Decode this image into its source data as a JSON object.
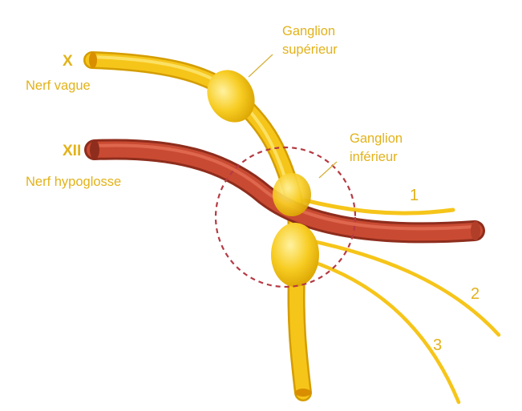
{
  "colors": {
    "vagus": "#f6c51a",
    "vagus_light": "#fde776",
    "vagus_dark": "#d49d00",
    "hypoglossal": "#c94a32",
    "hypoglossal_light": "#e47257",
    "hypoglossal_dark": "#8e2d1d",
    "label_vagus": "#e2b21a",
    "label_hypoglossal": "#d0533a",
    "circle": "#b53a43"
  },
  "labels": {
    "x_roman": "X",
    "x_name": "Nerf vague",
    "xii_roman": "XII",
    "xii_name": "Nerf hypoglosse",
    "sup_line1": "Ganglion",
    "sup_line2": "supérieur",
    "inf_line1": "Ganglion",
    "inf_line2": "inférieur",
    "branch1": "1",
    "branch2": "2",
    "branch3": "3"
  }
}
